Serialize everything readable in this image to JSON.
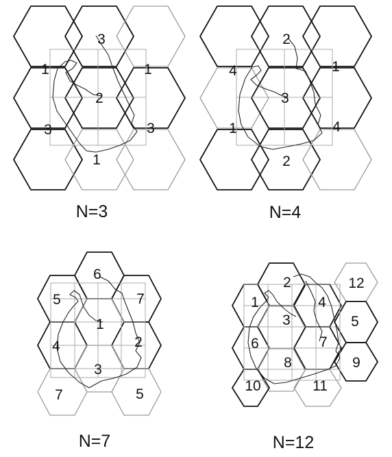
{
  "figure": {
    "panels": [
      {
        "id": "n3",
        "caption": "N=3",
        "labels": [
          "3",
          "1",
          "1",
          "2",
          "3",
          "3",
          "1"
        ]
      },
      {
        "id": "n4",
        "caption": "N=4",
        "labels": [
          "2",
          "4",
          "1",
          "3",
          "1",
          "4",
          "2"
        ]
      },
      {
        "id": "n7",
        "caption": "N=7",
        "labels": [
          "6",
          "5",
          "7",
          "1",
          "4",
          "2",
          "3",
          "7",
          "5"
        ]
      },
      {
        "id": "n12",
        "caption": "N=12",
        "labels": [
          "2",
          "12",
          "1",
          "4",
          "3",
          "5",
          "6",
          "7",
          "8",
          "9",
          "10",
          "11"
        ]
      }
    ]
  }
}
